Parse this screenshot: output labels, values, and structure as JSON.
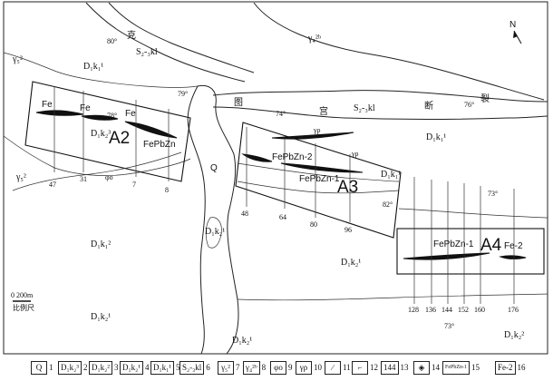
{
  "map": {
    "north_label": "N",
    "scale_label": "0   200m",
    "scale_sub": "比例尺",
    "block_labels": [
      "A2",
      "A3",
      "A4"
    ],
    "ore_labels": [
      "Fe",
      "Fe",
      "Fe",
      "FePbZn",
      "FePbZn-2",
      "FePbZn-1",
      "FePbZn-1",
      "Fe-2"
    ],
    "unit_labels": [
      "γ₅²",
      "D₁k₁¹",
      "S₂-₃kl",
      "γ₄²ᵇ",
      "D₁k₁¹",
      "D₁k₁¹",
      "D₁k₂³",
      "γ₅²",
      "Q",
      "D₁k₂¹",
      "D₁k₁²",
      "D₁k₂¹",
      "D₁k₂¹",
      "D₁k₂¹",
      "S₂-₃kl",
      "D₁k₂²"
    ],
    "dip_labels": [
      "80°",
      "79°",
      "78°",
      "74°",
      "76°",
      "82°",
      "73°",
      "73°"
    ],
    "symbol_labels": [
      "γρ",
      "γρ",
      "φo"
    ],
    "section_numbers": [
      "47",
      "31",
      "7",
      "8",
      "48",
      "64",
      "80",
      "96",
      "128",
      "136",
      "144",
      "152",
      "160",
      "176"
    ],
    "place_chars": [
      "克",
      "图",
      "宫",
      "断",
      "裂"
    ]
  },
  "legend": {
    "items": [
      {
        "symbol": "Q",
        "num": "1"
      },
      {
        "symbol": "D₁k₂³",
        "num": "2"
      },
      {
        "symbol": "D₁k₂²",
        "num": "3"
      },
      {
        "symbol": "D₁k₂¹",
        "num": "4"
      },
      {
        "symbol": "D₁k₁¹",
        "num": "5"
      },
      {
        "symbol": "S₂-₃kl",
        "num": "6"
      },
      {
        "symbol": "γ₅²",
        "num": "7"
      },
      {
        "symbol": "γ₄²ᵇ",
        "num": "8"
      },
      {
        "symbol": "φo",
        "num": "9"
      },
      {
        "symbol": "γρ",
        "num": "10"
      },
      {
        "symbol": "∕",
        "num": "11"
      },
      {
        "symbol": "⌐",
        "num": "12"
      },
      {
        "symbol": "144",
        "num": "13"
      },
      {
        "symbol": "◈",
        "num": "14"
      },
      {
        "symbol": "FePbZn-1",
        "num": "15"
      },
      {
        "symbol": "Fe-2",
        "num": "16"
      }
    ]
  }
}
